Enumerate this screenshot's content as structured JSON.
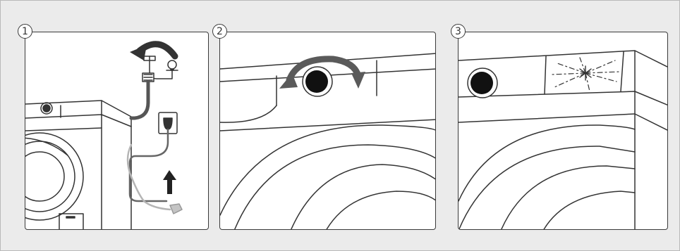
{
  "steps": [
    {
      "number": "1"
    },
    {
      "number": "2"
    },
    {
      "number": "3"
    }
  ],
  "icons": [
    "water-tap-icon",
    "rotate-arrow-icon",
    "power-plug-icon",
    "up-arrow-icon",
    "program-knob-icon",
    "display-flash-icon"
  ],
  "colors": {
    "background": "#ebebeb",
    "panel": "#ffffff",
    "stroke": "#333333",
    "cable": "#888888",
    "cable_light": "#bdbdbd"
  }
}
